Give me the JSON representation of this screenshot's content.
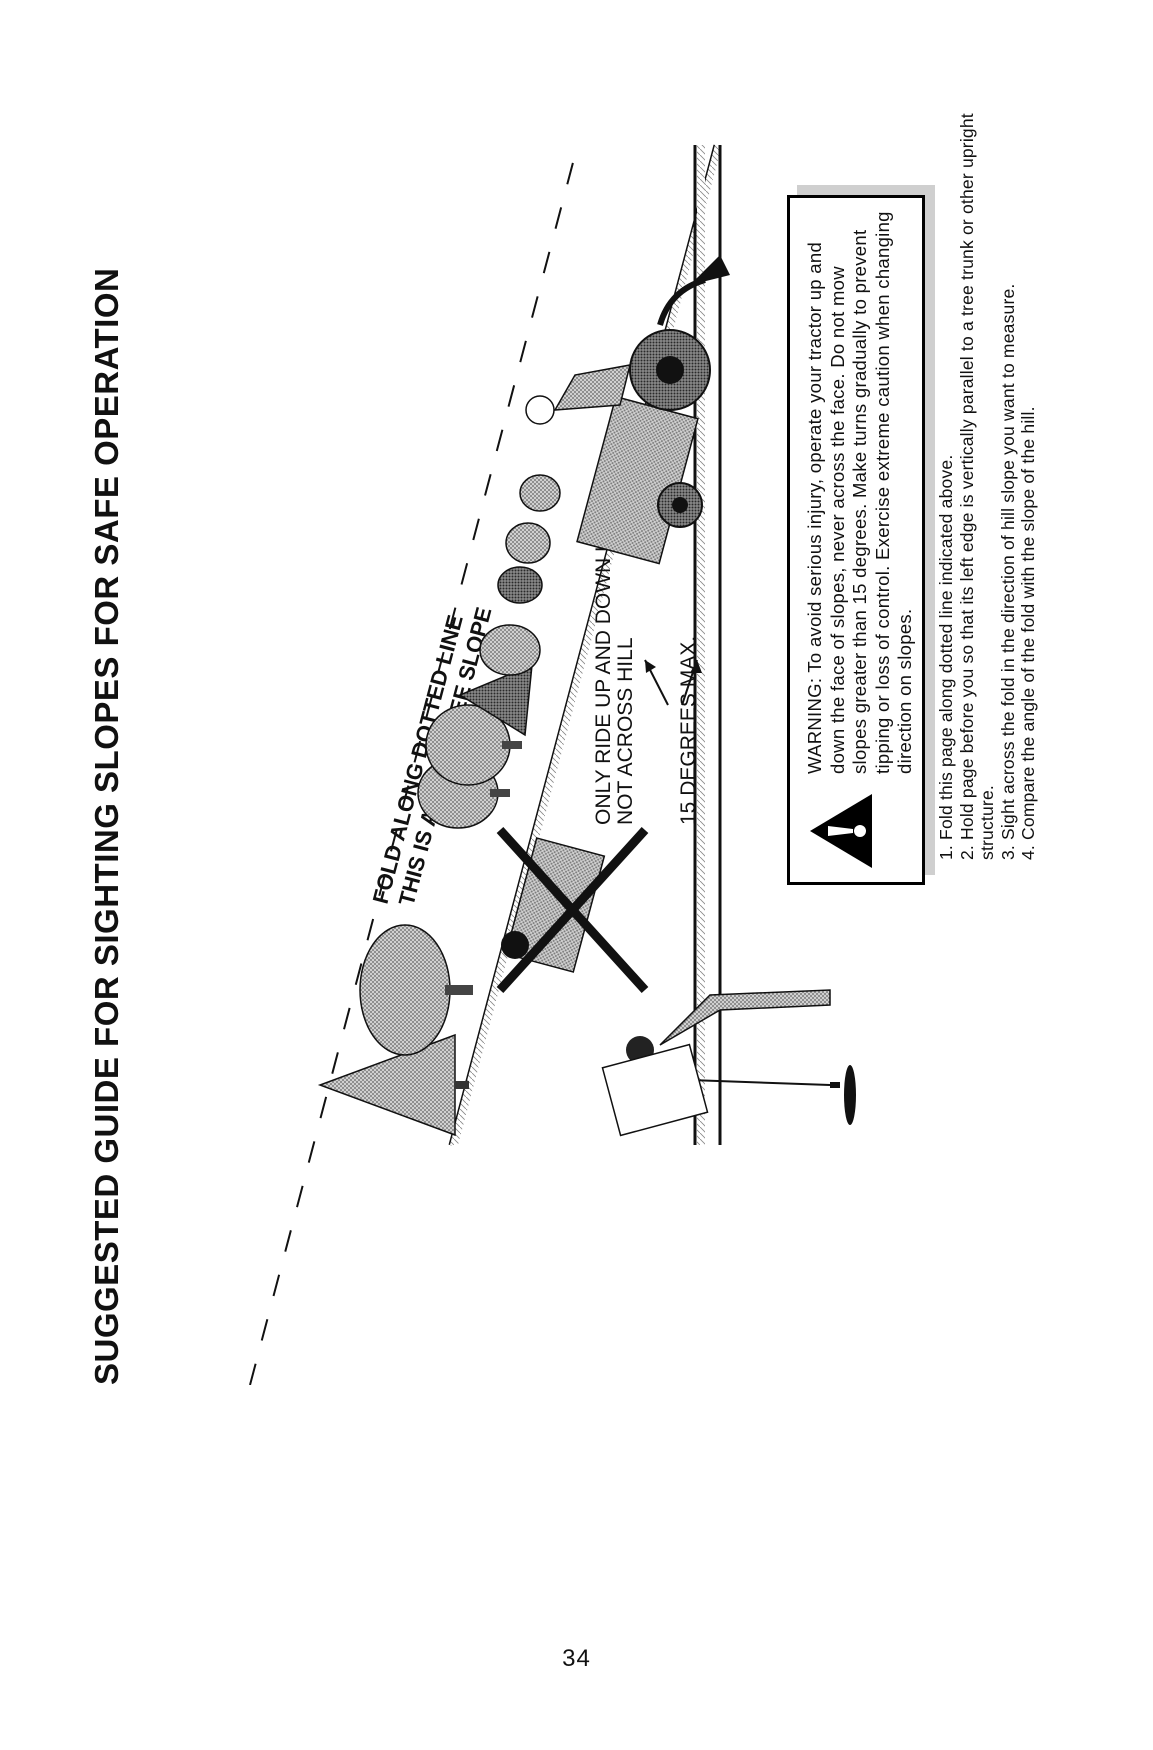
{
  "title": "SUGGESTED GUIDE FOR SIGHTING SLOPES FOR SAFE OPERATION",
  "fold_label_1": "FOLD ALONG DOTTED LINE",
  "fold_label_2": "THIS IS A 15 DEGREE SLOPE",
  "ride_label_1": "ONLY RIDE UP AND DOWN HILL,",
  "ride_label_2": "NOT ACROSS HILL",
  "max_label": "15 DEGREES MAX.",
  "warning_text": "WARNING: To avoid serious injury, operate your tractor up and down the face of slopes, never across the face. Do not mow slopes greater than 15 degrees. Make turns gradually to prevent tipping or loss of control. Exercise extreme caution when changing direction on slopes.",
  "instructions": [
    "1. Fold this page along dotted line indicated above.",
    "2. Hold page before you so that its left edge is vertically parallel to a tree trunk or other upright structure.",
    "3. Sight across the fold in the direction of hill slope you want to measure.",
    "4. Compare the angle of the fold with the slope of the hill."
  ],
  "page_number": "34",
  "colors": {
    "ink": "#111111",
    "shade": "#9a9a9a",
    "dark_shade": "#5a5a5a"
  },
  "icons": [
    "warning-triangle-icon"
  ]
}
